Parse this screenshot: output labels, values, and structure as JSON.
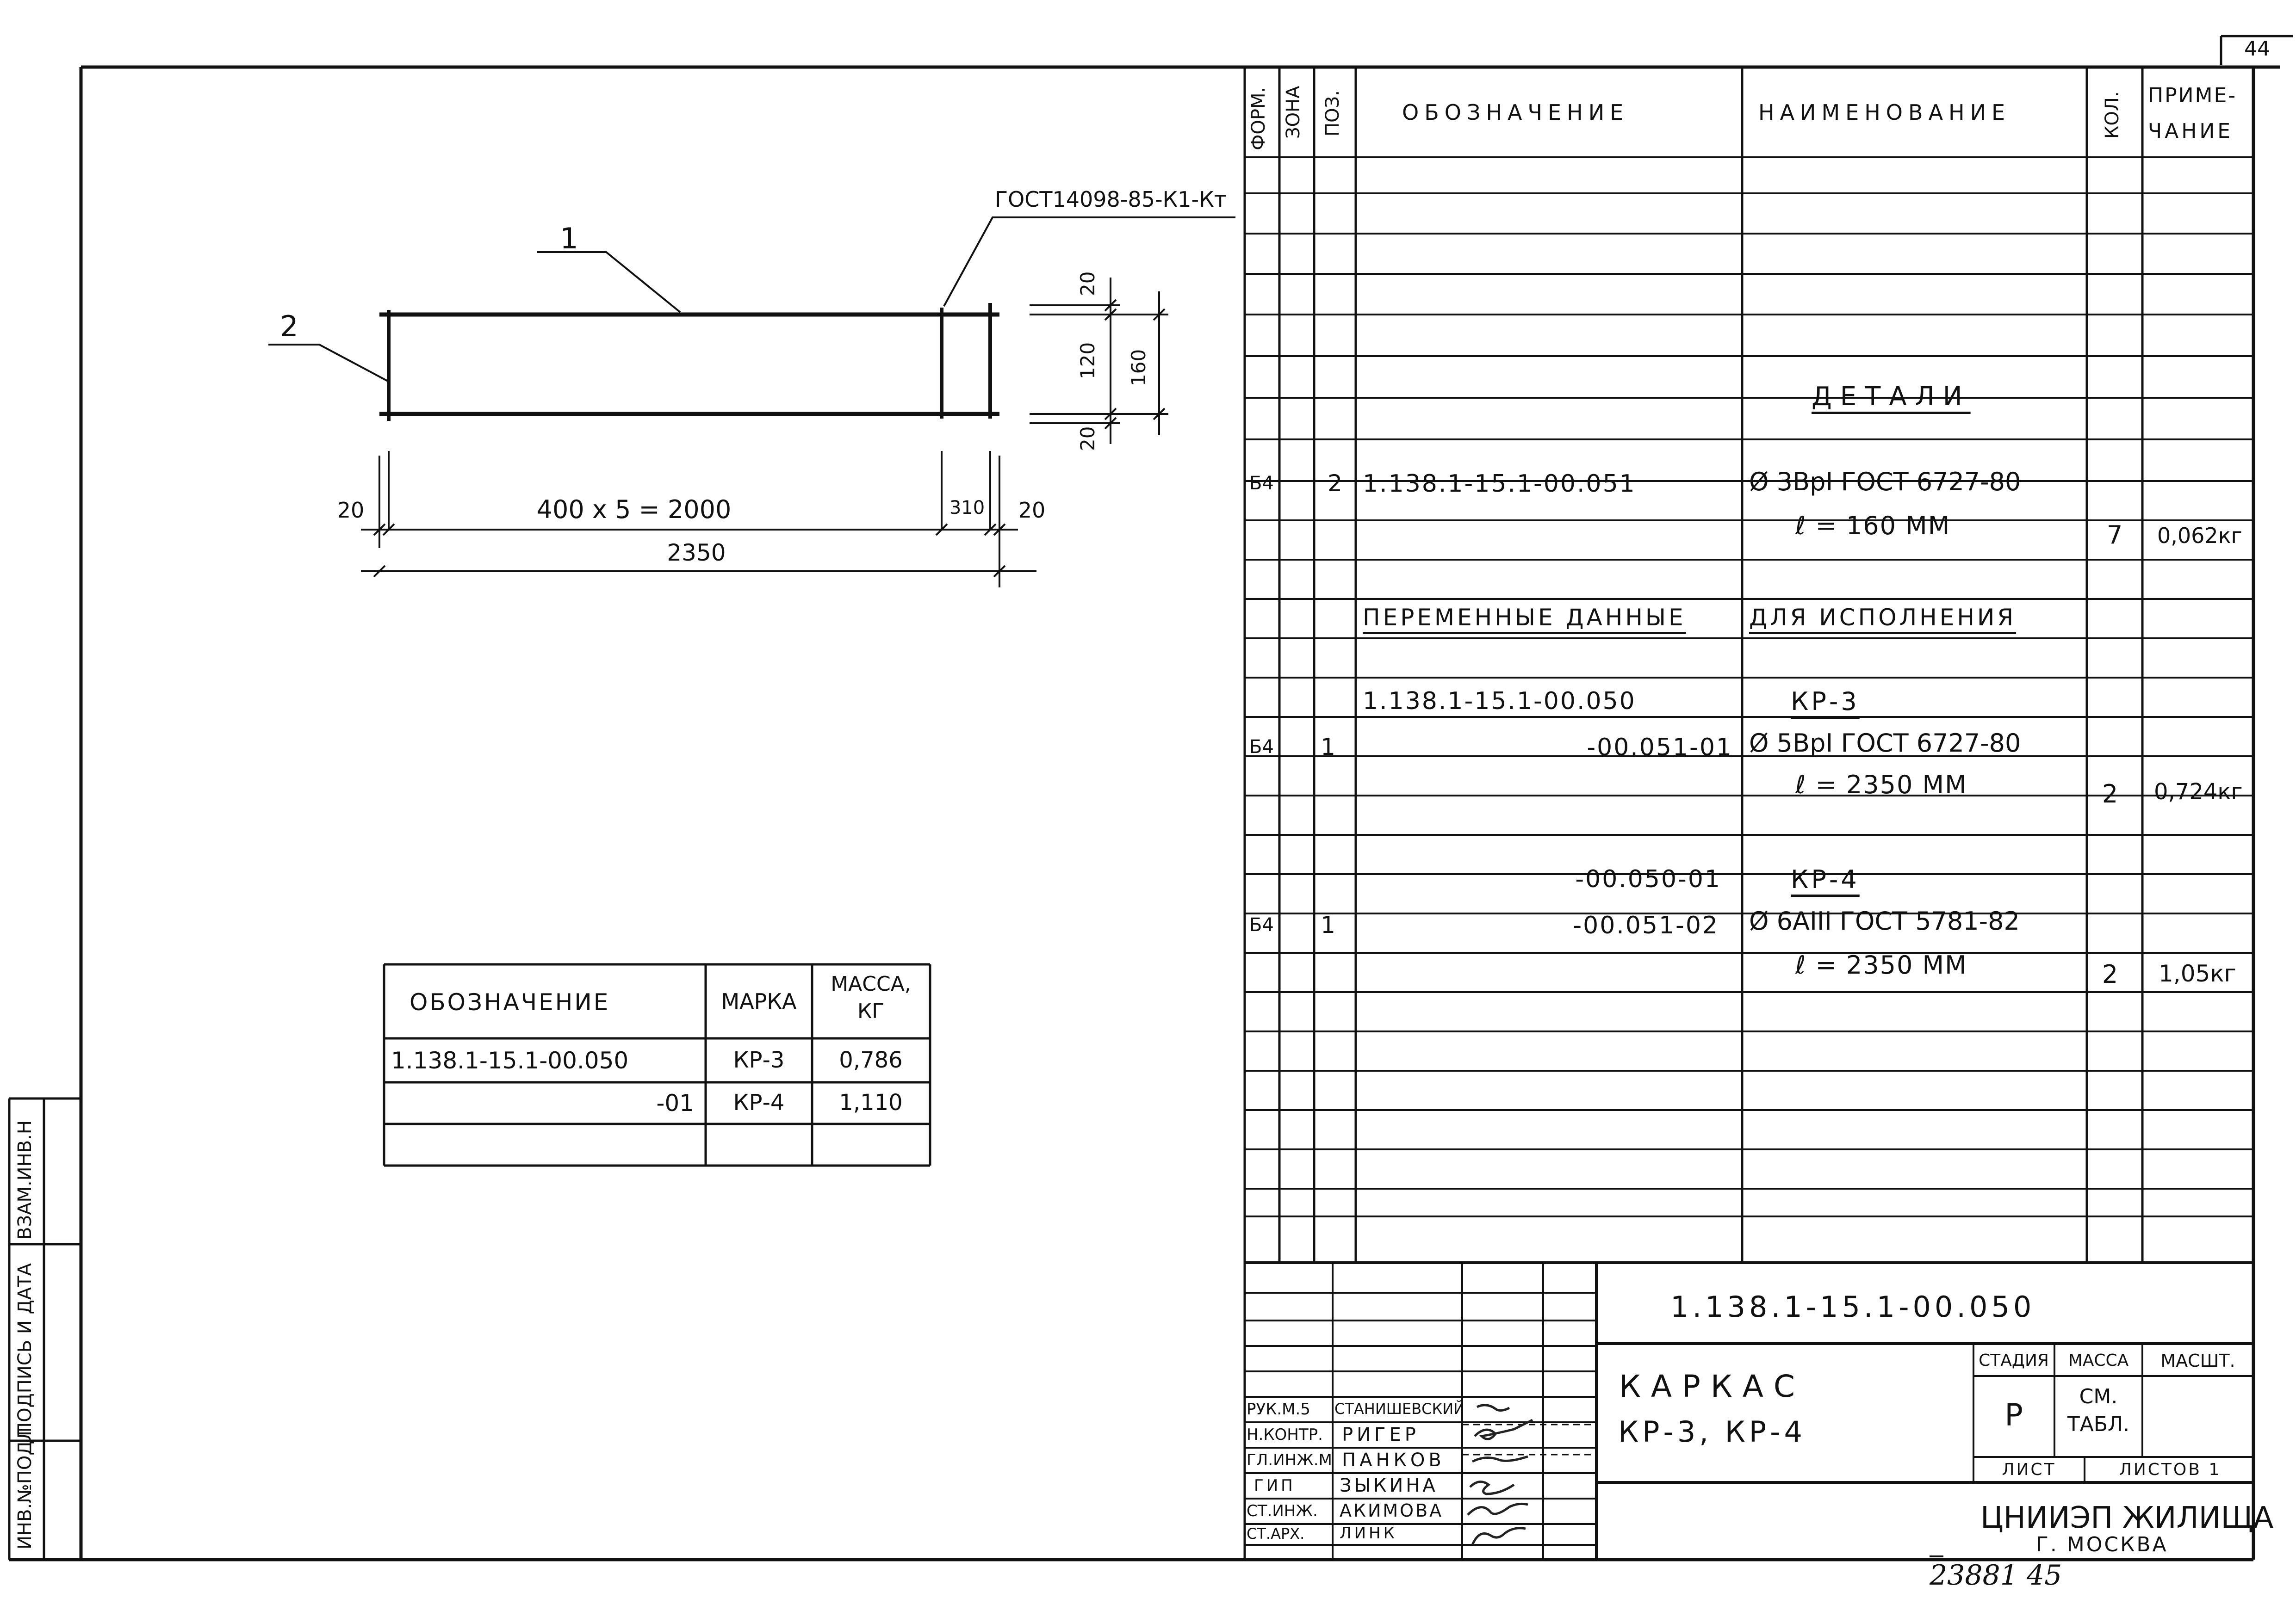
{
  "corner": {
    "sheet_number": "44"
  },
  "left_strip": {
    "inv_no_orig": "ИНВ.№ПОДЛ",
    "sign_date": "ПОДПИСЬ И ДАТА",
    "inv_no_replace": "ВЗАМ.ИНВ.Н"
  },
  "drawing": {
    "callout_1": "1",
    "callout_2": "2",
    "gost_note": "ГОСТ14098-85-К1-Кт",
    "dim_top": "20",
    "dim_mid": "120",
    "dim_total_h": "160",
    "dim_bottom": "20",
    "dim_left_end": "20",
    "dim_spacing": "400 х 5 = 2000",
    "dim_310": "310",
    "dim_right_end": "20",
    "dim_overall": "2350"
  },
  "marks_table": {
    "headers": [
      "ОБОЗНАЧЕНИЕ",
      "МАРКА",
      "МАССА, КГ"
    ],
    "rows": [
      [
        "1.138.1-15.1-00.050",
        "КР-3",
        "0,786"
      ],
      [
        "-01",
        "КР-4",
        "1,110"
      ],
      [
        "",
        "",
        ""
      ]
    ]
  },
  "spec": {
    "headers": {
      "format": "ФОРМ.",
      "zone": "ЗОНА",
      "pos": "ПОЗ.",
      "designation": "ОБОЗНАЧЕНИЕ",
      "name": "НАИМЕНОВАНИЕ",
      "qty": "КОЛ.",
      "note_line1": "ПРИМЕ-",
      "note_line2": "ЧАНИЕ"
    },
    "section_details": "ДЕТАЛИ",
    "detail_format": "Б4",
    "detail_pos": "2",
    "detail_designation": "1.138.1-15.1-00.051",
    "detail_name": "Ø 3ВрI ГОСТ 6727-80",
    "detail_length": "ℓ = 160 ММ",
    "detail_qty": "7",
    "detail_note": "0,062кг",
    "variable_data_left": "ПЕРЕМЕННЫЕ ДАННЫЕ",
    "variable_data_right": "ДЛЯ ИСПОЛНЕНИЯ",
    "var1_designation": "1.138.1-15.1-00.050",
    "var1_name": "КР-3",
    "var1_format": "Б4",
    "var1_pos": "1",
    "var1_item": "-00.051-01",
    "var1_material": "Ø 5ВрI ГОСТ 6727-80",
    "var1_length": "ℓ = 2350 ММ",
    "var1_qty": "2",
    "var1_note": "0,724кг",
    "var2_designation": "-00.050-01",
    "var2_name": "КР-4",
    "var2_format": "Б4",
    "var2_pos": "1",
    "var2_item": "-00.051-02",
    "var2_material": "Ø 6АIII ГОСТ 5781-82",
    "var2_length": "ℓ = 2350 ММ",
    "var2_qty": "2",
    "var2_note": "1,05кг"
  },
  "title_block": {
    "document_code": "1.138.1-15.1-00.050",
    "title_line1": "КАРКАС",
    "title_line2": "КР-3, КР-4",
    "stage_label": "СТАДИЯ",
    "mass_label": "МАССА",
    "scale_label": "МАСШТ.",
    "stage_value": "Р",
    "mass_value_line1": "СМ.",
    "mass_value_line2": "ТАБЛ.",
    "sheet_label": "ЛИСТ",
    "sheets_label": "ЛИСТОВ 1",
    "organization_line1": "ЦНИИЭП ЖИЛИЩА",
    "organization_line2": "Г. МОСКВА",
    "staff": [
      {
        "role": "РУК.М.5",
        "name": "СТАНИШЕВСКИЙ"
      },
      {
        "role": "Н.КОНТР.",
        "name": "РИГЕР"
      },
      {
        "role": "ГЛ.ИНЖ.М",
        "name": "ПАНКОВ"
      },
      {
        "role": "ГИП",
        "name": "ЗЫКИНА"
      },
      {
        "role": "СТ.ИНЖ.",
        "name": "АКИМОВА"
      },
      {
        "role": "СТ.АРХ.",
        "name": "ЛИНК"
      }
    ]
  },
  "bottom_note": "23881 45"
}
